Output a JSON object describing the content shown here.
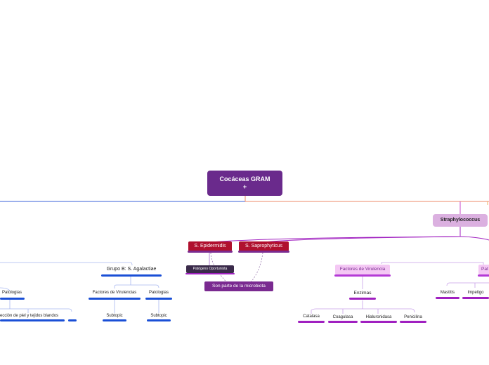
{
  "root": {
    "label_line1": "Cocáceas GRAM",
    "label_line2": "+"
  },
  "staph": {
    "label": "Straphylococcus"
  },
  "epidermidis": {
    "label": "S. Epidermidis"
  },
  "saprophyticus": {
    "label": "S. Saprophyticus"
  },
  "oportunista": {
    "label": "Patógeno Oportunista"
  },
  "microbiota": {
    "label": "Son parte de la microbiota"
  },
  "fv_staph": {
    "label": "Factores de Virulencia"
  },
  "patologias_right": {
    "label": "Pat"
  },
  "enzimas": {
    "label": "Enzimas"
  },
  "enzyme_list": [
    "Catalasa",
    "Coagulasa",
    "Hialuronidasa",
    "Penicilina"
  ],
  "patologias_right_items": [
    "Mastitis",
    "Impetigo"
  ],
  "grupo_b": {
    "label": "Grupo B: S. Agalactiae"
  },
  "grupo_b_children": {
    "factores": "Factores de Virulencias",
    "patologias": "Patologias"
  },
  "subtopic": "Subtopic",
  "left": {
    "patologias": "Patologias",
    "infeccion": "ección de piel y tejidos blandos"
  },
  "colors": {
    "root": "#6a2a8c",
    "staph": "#dbb0e0",
    "crimson": "#b0102e",
    "dark": "#3a2a4a",
    "purple": "#7a2a90",
    "violet": "#b43ad6",
    "blue": "#1a4fd6",
    "pink": "#f4c8f4"
  }
}
